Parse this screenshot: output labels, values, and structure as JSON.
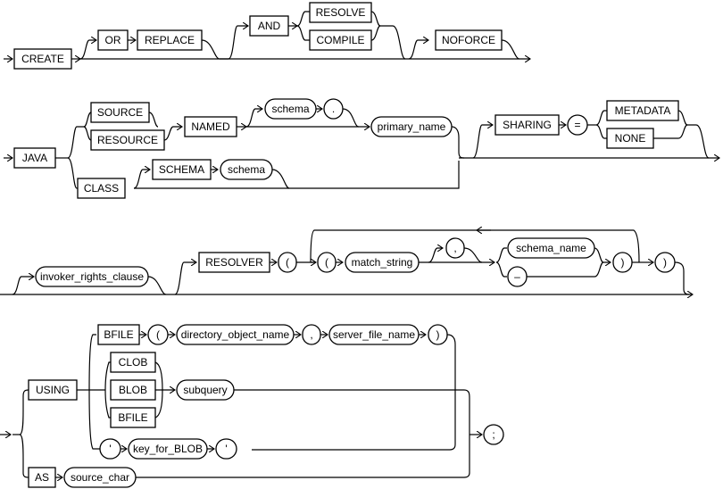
{
  "diagram": {
    "title": "CREATE JAVA syntax diagram",
    "rows": [
      {
        "name": "row-create",
        "items": {
          "create": "CREATE",
          "or": "OR",
          "replace": "REPLACE",
          "and": "AND",
          "resolve": "RESOLVE",
          "compile": "COMPILE",
          "noforce": "NOFORCE"
        }
      },
      {
        "name": "row-java",
        "items": {
          "java": "JAVA",
          "source": "SOURCE",
          "resource": "RESOURCE",
          "named": "NAMED",
          "schema": "schema",
          "dot": ".",
          "primary_name": "primary_name",
          "class": "CLASS",
          "schema_kw": "SCHEMA",
          "schema2": "schema",
          "sharing": "SHARING",
          "eq": "=",
          "metadata": "METADATA",
          "none": "NONE"
        }
      },
      {
        "name": "row-resolver",
        "items": {
          "invoker_rights_clause": "invoker_rights_clause",
          "resolver": "RESOLVER",
          "lparen_outer": "(",
          "lparen_inner": "(",
          "match_string": "match_string",
          "comma": ",",
          "schema_name": "schema_name",
          "dash": "–",
          "rparen_inner": ")",
          "rparen_outer": ")"
        }
      },
      {
        "name": "row-using",
        "items": {
          "using": "USING",
          "bfile": "BFILE",
          "lparen": "(",
          "directory_object_name": "directory_object_name",
          "comma": ",",
          "server_file_name": "server_file_name",
          "rparen": ")",
          "clob": "CLOB",
          "blob": "BLOB",
          "bfile2": "BFILE",
          "subquery": "subquery",
          "quote_open": "'",
          "key_for_blob": "key_for_BLOB",
          "quote_close": "'",
          "as": "AS",
          "source_char": "source_char",
          "semicolon": ";"
        }
      }
    ]
  }
}
